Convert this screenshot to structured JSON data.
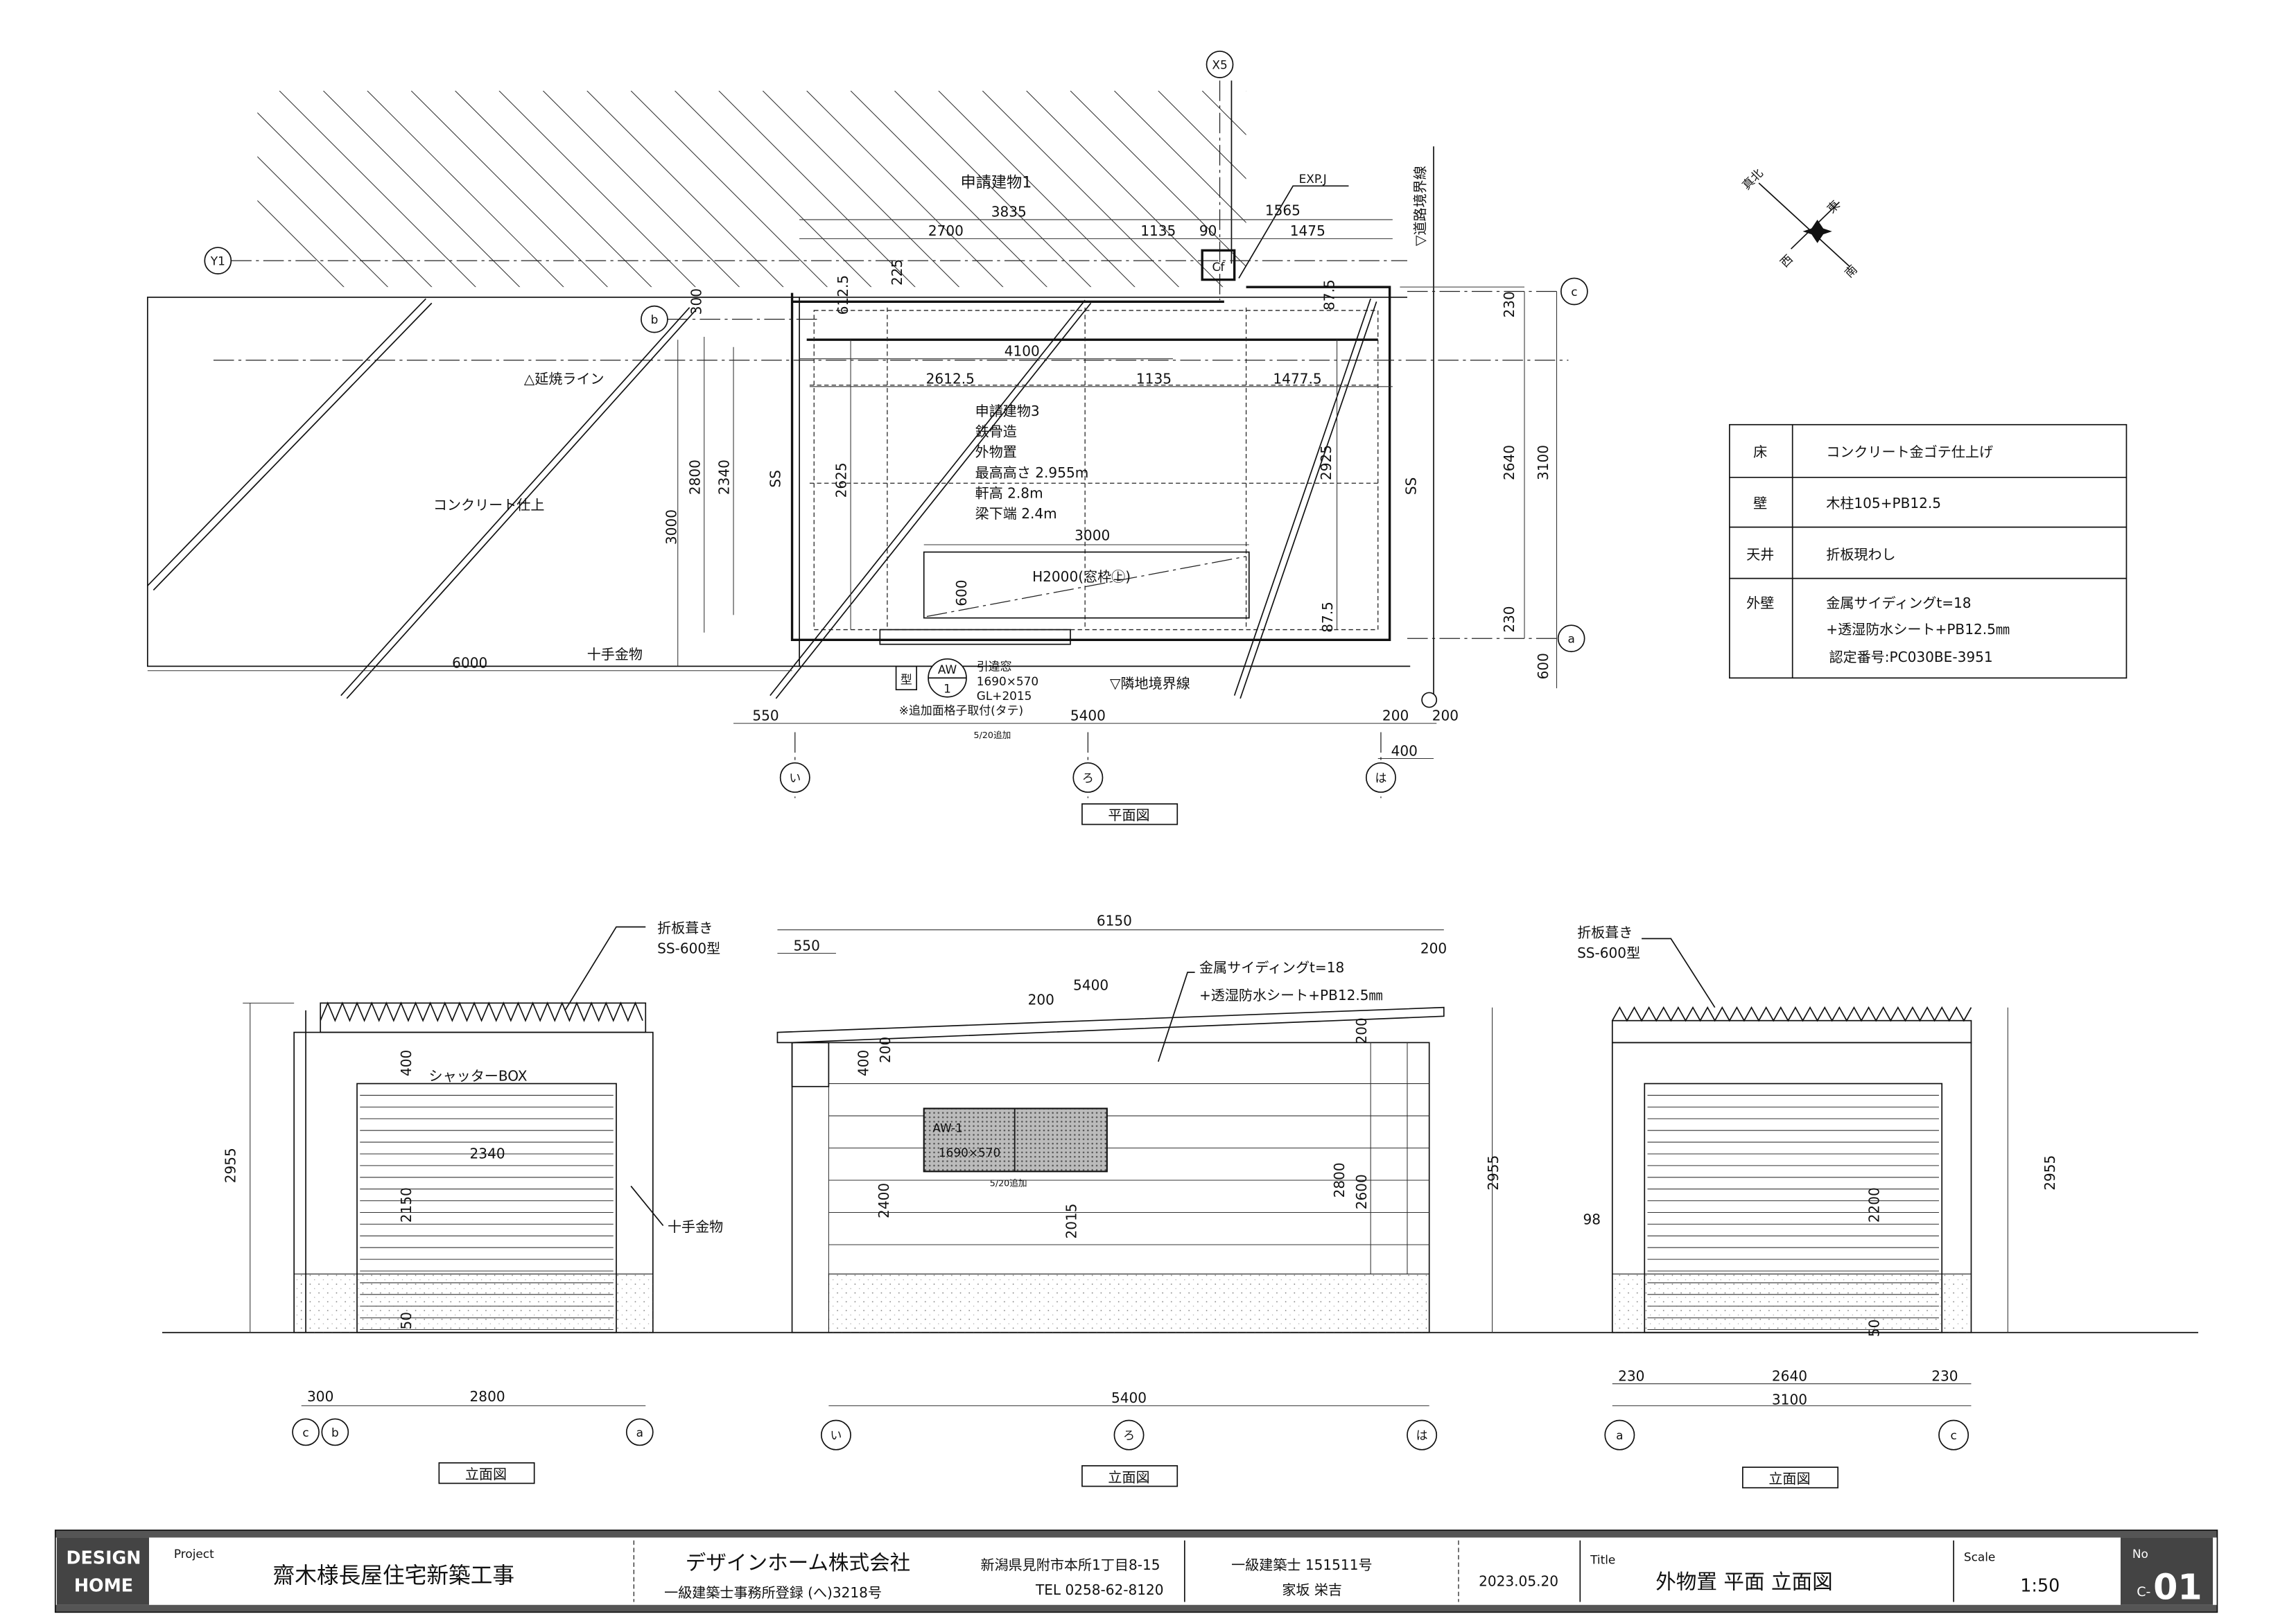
{
  "plan": {
    "label": "平面図",
    "building1": "申請建物1",
    "exp_joint": "EXP.J",
    "road_boundary": "▽道路境界線",
    "fire_line": "△延焼ライン",
    "concrete": "コンクリート仕上",
    "handrail": "十手金物",
    "neighbor_boundary": "▽隣地境界線",
    "h2000": "H2000(窓枠㊤)",
    "column_mark": "Cf",
    "building3": [
      "申請建物3",
      "鉄骨造",
      "外物置",
      "最高高さ 2.955m",
      "軒高  2.8m",
      "梁下端  2.4m"
    ],
    "window": {
      "type_label": "型",
      "code": "AW",
      "num": "1",
      "name": "引違窓",
      "size": "1690×570",
      "gl": "GL+2015",
      "note": "※追加面格子取付(タテ)",
      "added": "5/20追加"
    },
    "dims": [
      "3835",
      "2700",
      "1135",
      "90",
      "1475",
      "1565",
      "225",
      "612.5",
      "300",
      "87.5",
      "4100",
      "2612.5",
      "1135",
      "1477.5",
      "2800",
      "2340",
      "SS",
      "2625",
      "2925",
      "SS",
      "3000",
      "600",
      "3000",
      "2640",
      "3100",
      "230",
      "230",
      "600",
      "6000",
      "550",
      "5400",
      "200",
      "200",
      "400",
      "87.5"
    ],
    "grid": {
      "x5": "X5",
      "y1": "Y1",
      "a": "a",
      "b": "b",
      "c": "c",
      "i": "い",
      "ro": "ろ",
      "ha": "は"
    }
  },
  "compass": {
    "north": "真北",
    "east": "東",
    "west": "西",
    "south": "南"
  },
  "spec_table": [
    {
      "item": "床",
      "spec": [
        "コンクリート金ゴテ仕上げ"
      ]
    },
    {
      "item": "壁",
      "spec": [
        "木柱105+PB12.5"
      ]
    },
    {
      "item": "天井",
      "spec": [
        "折板現わし"
      ]
    },
    {
      "item": "外壁",
      "spec": [
        "金属サイディングt=18",
        "+透湿防水シート+PB12.5㎜",
        "認定番号:PC030BE-3951"
      ]
    }
  ],
  "elevation_left": {
    "label": "立面図",
    "roof1": "折板葺き",
    "roof2": "SS-600型",
    "shutter": "シャッターBOX",
    "handrail": "十手金物",
    "dims": [
      "400",
      "2340",
      "2150",
      "2955",
      "50",
      "300",
      "2800"
    ],
    "grid": [
      "c",
      "b",
      "a"
    ]
  },
  "elevation_center": {
    "label": "立面図",
    "siding1": "金属サイディングt=18",
    "siding2": "+透湿防水シート+PB12.5㎜",
    "window_code": "AW-1",
    "window_size": "1690×570",
    "added": "5/20追加",
    "dims": [
      "6150",
      "550",
      "5400",
      "200",
      "200",
      "400",
      "200",
      "200",
      "2400",
      "2015",
      "2800",
      "2600",
      "2955",
      "5400"
    ],
    "grid": [
      "い",
      "ろ",
      "は"
    ]
  },
  "elevation_right": {
    "label": "立面図",
    "roof1": "折板葺き",
    "roof2": "SS-600型",
    "dims": [
      "2955",
      "98",
      "2200",
      "50",
      "230",
      "2640",
      "230",
      "3100"
    ],
    "grid": [
      "a",
      "c"
    ]
  },
  "title_block": {
    "logo1": "DESIGN",
    "logo2": "HOME",
    "project_label": "Project",
    "project": "齋木様長屋住宅新築工事",
    "company": "デザインホーム株式会社",
    "registration": "一級建築士事務所登録 (へ)3218号",
    "address": "新潟県見附市本所1丁目8-15",
    "tel": "TEL 0258-62-8120",
    "architect_no": "一級建築士  151511号",
    "architect": "家坂 栄吉",
    "date": "2023.05.20",
    "title_label": "Title",
    "title": "外物置 平面 立面図",
    "scale_label": "Scale",
    "scale": "1:50",
    "no_label": "No",
    "no_prefix": "C-",
    "no": "01"
  }
}
